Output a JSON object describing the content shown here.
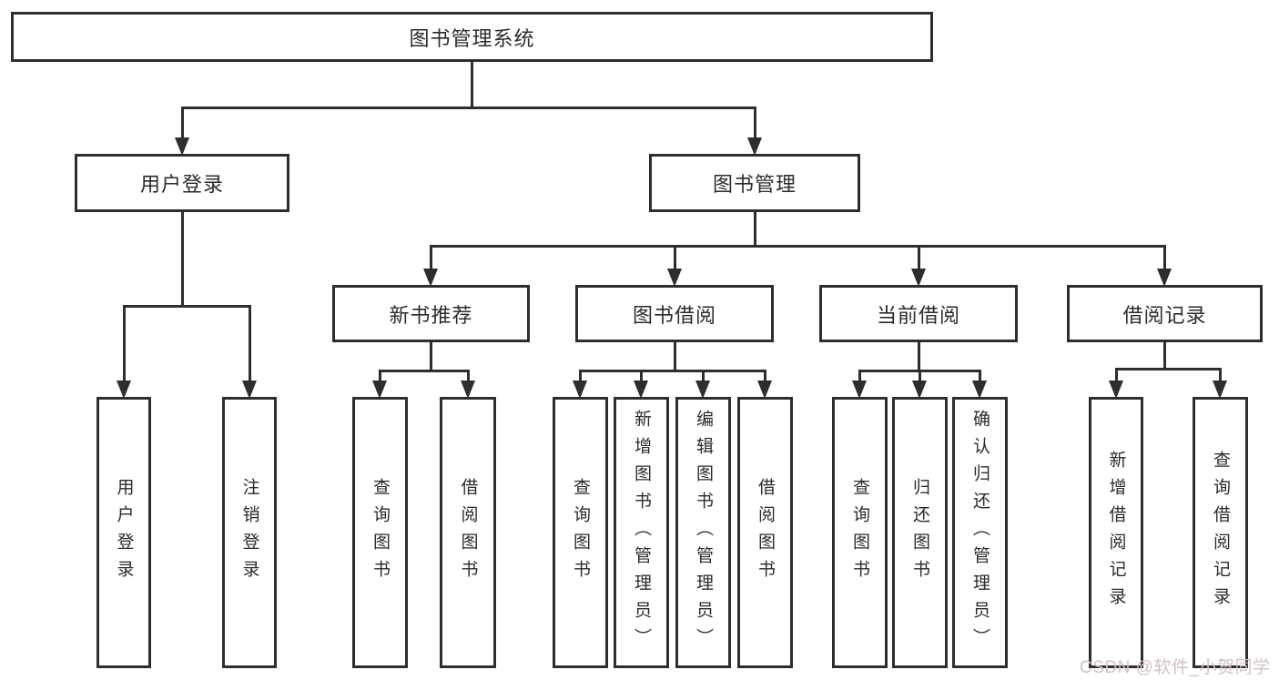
{
  "diagram_title": "图书管理系统",
  "tree": {
    "id": "root",
    "label": "图书管理系统",
    "children": [
      {
        "id": "user-login",
        "label": "用户登录",
        "children": [
          {
            "id": "leaf-user-login",
            "label": "用户登录"
          },
          {
            "id": "leaf-logout",
            "label": "注销登录"
          }
        ]
      },
      {
        "id": "book-mgmt",
        "label": "图书管理",
        "children": [
          {
            "id": "new-book-rec",
            "label": "新书推荐",
            "children": [
              {
                "id": "leaf-query-book-1",
                "label": "查询图书"
              },
              {
                "id": "leaf-borrow-book-1",
                "label": "借阅图书"
              }
            ]
          },
          {
            "id": "book-borrow",
            "label": "图书借阅",
            "children": [
              {
                "id": "leaf-query-book-2",
                "label": "查询图书"
              },
              {
                "id": "leaf-add-book",
                "label": "新增图书（管理员）"
              },
              {
                "id": "leaf-edit-book",
                "label": "编辑图书（管理员）"
              },
              {
                "id": "leaf-borrow-book-2",
                "label": "借阅图书"
              }
            ]
          },
          {
            "id": "current-borrow",
            "label": "当前借阅",
            "children": [
              {
                "id": "leaf-query-book-3",
                "label": "查询图书"
              },
              {
                "id": "leaf-return-book",
                "label": "归还图书"
              },
              {
                "id": "leaf-confirm-return",
                "label": "确认归还（管理员）"
              }
            ]
          },
          {
            "id": "borrow-records",
            "label": "借阅记录",
            "children": [
              {
                "id": "leaf-add-borrow-record",
                "label": "新增借阅记录"
              },
              {
                "id": "leaf-query-borrow-record",
                "label": "查询借阅记录"
              }
            ]
          }
        ]
      }
    ]
  },
  "watermark": {
    "text": "CSDN @软件_小贺同学",
    "color": "#d2c0c4"
  },
  "style_colors": {
    "line": "#2e2e2e",
    "text": "#2b2b2b",
    "box_fill": "#ffffff"
  }
}
